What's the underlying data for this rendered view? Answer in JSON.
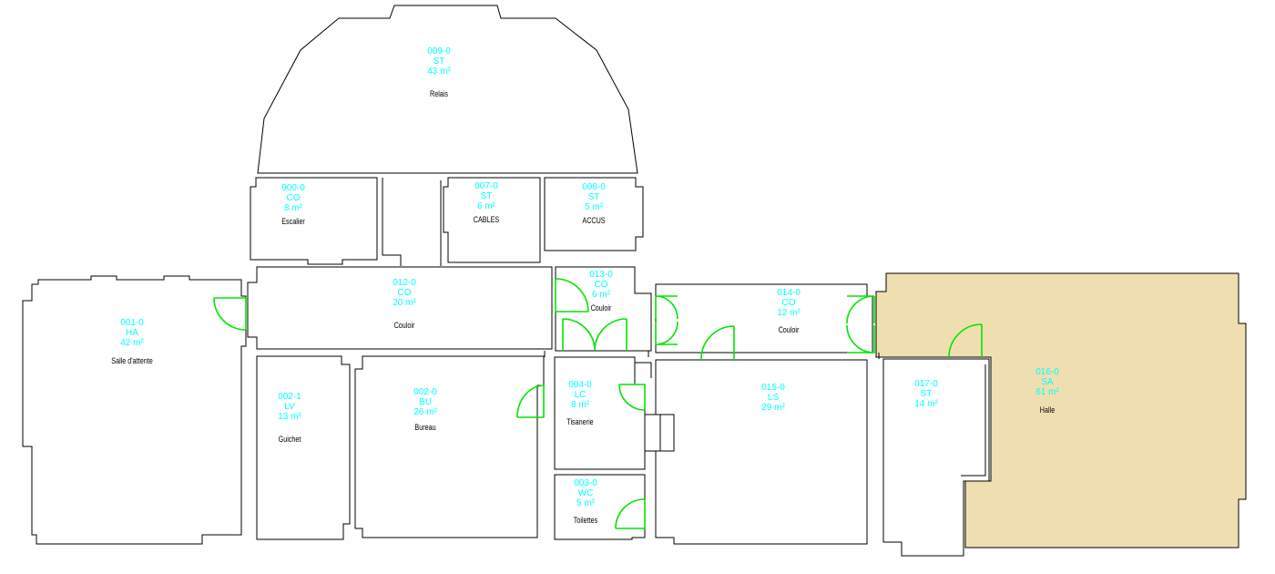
{
  "colors": {
    "wall": "#000000",
    "room_code": "#00ffff",
    "door": "#00e600",
    "highlight_fill": "#efdfb0"
  },
  "rooms": [
    {
      "id": "009-0",
      "type": "ST",
      "area": "43 m²",
      "name": "Relais"
    },
    {
      "id": "900-0",
      "type": "CO",
      "area": "8 m²",
      "name": "Escalier"
    },
    {
      "id": "007-0",
      "type": "ST",
      "area": "6 m²",
      "name": "CABLES"
    },
    {
      "id": "008-0",
      "type": "ST",
      "area": "5 m²",
      "name": "ACCUS"
    },
    {
      "id": "001-0",
      "type": "HA",
      "area": "42 m²",
      "name": "Salle d'attente"
    },
    {
      "id": "012-0",
      "type": "CO",
      "area": "20 m²",
      "name": "Couloir"
    },
    {
      "id": "013-0",
      "type": "CO",
      "area": "6 m²",
      "name": "Couloir"
    },
    {
      "id": "014-0",
      "type": "CO",
      "area": "12 m²",
      "name": "Couloir"
    },
    {
      "id": "016-0",
      "type": "SA",
      "area": "61 m²",
      "name": "Halle",
      "highlighted": true
    },
    {
      "id": "002-1",
      "type": "LV",
      "area": "13 m²",
      "name": "Guichet"
    },
    {
      "id": "002-0",
      "type": "BU",
      "area": "26 m²",
      "name": "Bureau"
    },
    {
      "id": "004-0",
      "type": "LC",
      "area": "8 m²",
      "name": "Tisanerie"
    },
    {
      "id": "015-0",
      "type": "LS",
      "area": "29 m²",
      "name": ""
    },
    {
      "id": "017-0",
      "type": "ST",
      "area": "14 m²",
      "name": ""
    },
    {
      "id": "003-0",
      "type": "WC",
      "area": "5 m²",
      "name": "Toilettes"
    }
  ]
}
